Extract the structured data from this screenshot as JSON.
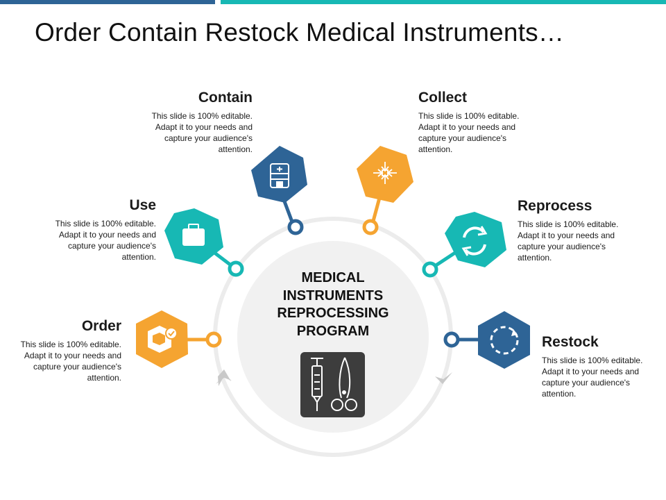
{
  "header": {
    "title": "Order Contain Restock Medical Instruments…"
  },
  "center": {
    "title": "MEDICAL INSTRUMENTS REPROCESSING PROGRAM",
    "icon": "syringe-scissors-icon"
  },
  "steps": {
    "contain": {
      "title": "Contain",
      "body": "This slide is 100% editable. Adapt it to your needs and capture your audience's attention.",
      "icon": "cabinet-icon",
      "color": "#2e6496"
    },
    "use": {
      "title": "Use",
      "body": "This slide is 100% editable. Adapt it to your needs and capture your audience's attention.",
      "icon": "briefcase-icon",
      "color": "#17b8b4"
    },
    "order": {
      "title": "Order",
      "body": "This slide is 100% editable. Adapt it to your needs and capture your audience's attention.",
      "icon": "box-check-icon",
      "color": "#f5a431"
    },
    "collect": {
      "title": "Collect",
      "body": "This slide is 100% editable. Adapt it to your needs and capture your audience's attention.",
      "icon": "arrows-inward-icon",
      "color": "#f5a431"
    },
    "reprocess": {
      "title": "Reprocess",
      "body": "This slide is 100% editable. Adapt it to your needs and capture your audience's attention.",
      "icon": "refresh-icon",
      "color": "#17b8b4"
    },
    "restock": {
      "title": "Restock",
      "body": "This slide is 100% editable. Adapt it to your needs and capture your audience's attention.",
      "icon": "cycle-icon",
      "color": "#2e6496"
    }
  },
  "colors": {
    "blue": "#2e6496",
    "teal": "#17b8b4",
    "orange": "#f5a431",
    "ring": "#ececec",
    "center_fill": "#f1f1f1",
    "icon_box": "#3d3d3d"
  }
}
